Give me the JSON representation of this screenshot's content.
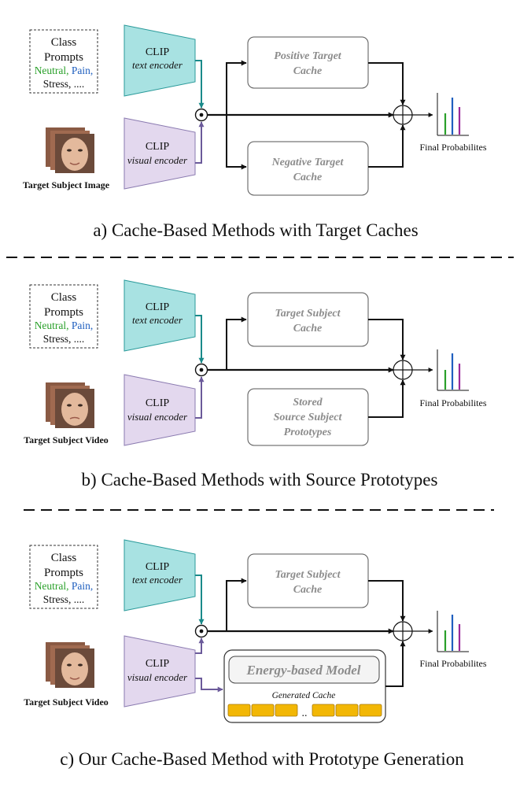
{
  "colors": {
    "text_encoder": "#a8e2e2",
    "visual_encoder": "#e3d8ee",
    "text_arrow": "#1a8a8a",
    "visual_arrow": "#6b5a9a",
    "neutral": "#2aa02a",
    "pain": "#1f5fbf",
    "stress": "#9b2a9b",
    "cache_text": "#8c8c8c",
    "generated_block": "#f2b705"
  },
  "panels": [
    {
      "id": "a",
      "prompt": {
        "line1": "Class",
        "line2": "Prompts",
        "neutral": "Neutral,",
        "pain": "Pain,",
        "stress": "Stress, ...."
      },
      "text_encoder": {
        "line1": "CLIP",
        "line2": "text encoder"
      },
      "visual_encoder": {
        "line1": "CLIP",
        "line2": "visual encoder"
      },
      "face_caption": "Target Subject Image",
      "cache_top": [
        "Positive Target",
        "Cache"
      ],
      "cache_bottom": [
        "Negative Target",
        "Cache"
      ],
      "final_label": "Final Probabilites",
      "title": "a) Cache-Based Methods with Target Caches"
    },
    {
      "id": "b",
      "prompt": {
        "line1": "Class",
        "line2": "Prompts",
        "neutral": "Neutral,",
        "pain": "Pain,",
        "stress": "Stress, ...."
      },
      "text_encoder": {
        "line1": "CLIP",
        "line2": "text encoder"
      },
      "visual_encoder": {
        "line1": "CLIP",
        "line2": "visual encoder"
      },
      "face_caption": "Target Subject Video",
      "cache_top": [
        "Target Subject",
        "Cache"
      ],
      "cache_bottom": [
        "Stored",
        "Source Subject",
        "Prototypes"
      ],
      "final_label": "Final Probabilites",
      "title": "b) Cache-Based Methods with Source Prototypes"
    },
    {
      "id": "c",
      "prompt": {
        "line1": "Class",
        "line2": "Prompts",
        "neutral": "Neutral,",
        "pain": "Pain,",
        "stress": "Stress, ...."
      },
      "text_encoder": {
        "line1": "CLIP",
        "line2": "text encoder"
      },
      "visual_encoder": {
        "line1": "CLIP",
        "line2": "visual encoder"
      },
      "face_caption": "Target Subject Video",
      "cache_top": [
        "Target Subject",
        "Cache"
      ],
      "ebm": {
        "title": "Energy-based Model",
        "generated_label": "Generated Cache",
        "ellipsis": ".."
      },
      "final_label": "Final Probabilites",
      "title": "c) Our Cache-Based Method with Prototype Generation"
    }
  ]
}
